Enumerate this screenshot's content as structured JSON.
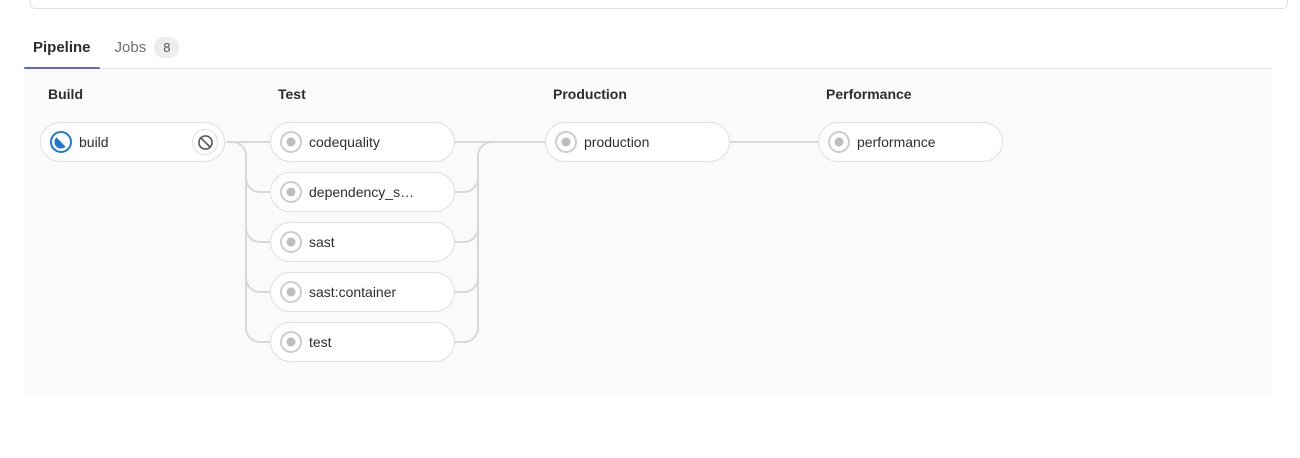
{
  "tabs": [
    {
      "label": "Pipeline",
      "active": true
    },
    {
      "label": "Jobs",
      "badge": "8",
      "active": false
    }
  ],
  "stages": [
    {
      "name": "Build",
      "jobs": [
        {
          "name": "build",
          "status": "running",
          "action": "cancel"
        }
      ]
    },
    {
      "name": "Test",
      "jobs": [
        {
          "name": "codequality",
          "status": "created"
        },
        {
          "name": "dependency_s…",
          "status": "created"
        },
        {
          "name": "sast",
          "status": "created"
        },
        {
          "name": "sast:container",
          "status": "created"
        },
        {
          "name": "test",
          "status": "created"
        }
      ]
    },
    {
      "name": "Production",
      "jobs": [
        {
          "name": "production",
          "status": "created"
        }
      ]
    },
    {
      "name": "Performance",
      "jobs": [
        {
          "name": "performance",
          "status": "created"
        }
      ]
    }
  ],
  "colors": {
    "accent_tab": "#6666c4",
    "status_running": "#1f78d1",
    "status_created_ring": "#cdcdcd",
    "status_created_dot": "#bdbdbd",
    "connector": "#d8d8d8",
    "cancel_glyph": "#565656"
  }
}
